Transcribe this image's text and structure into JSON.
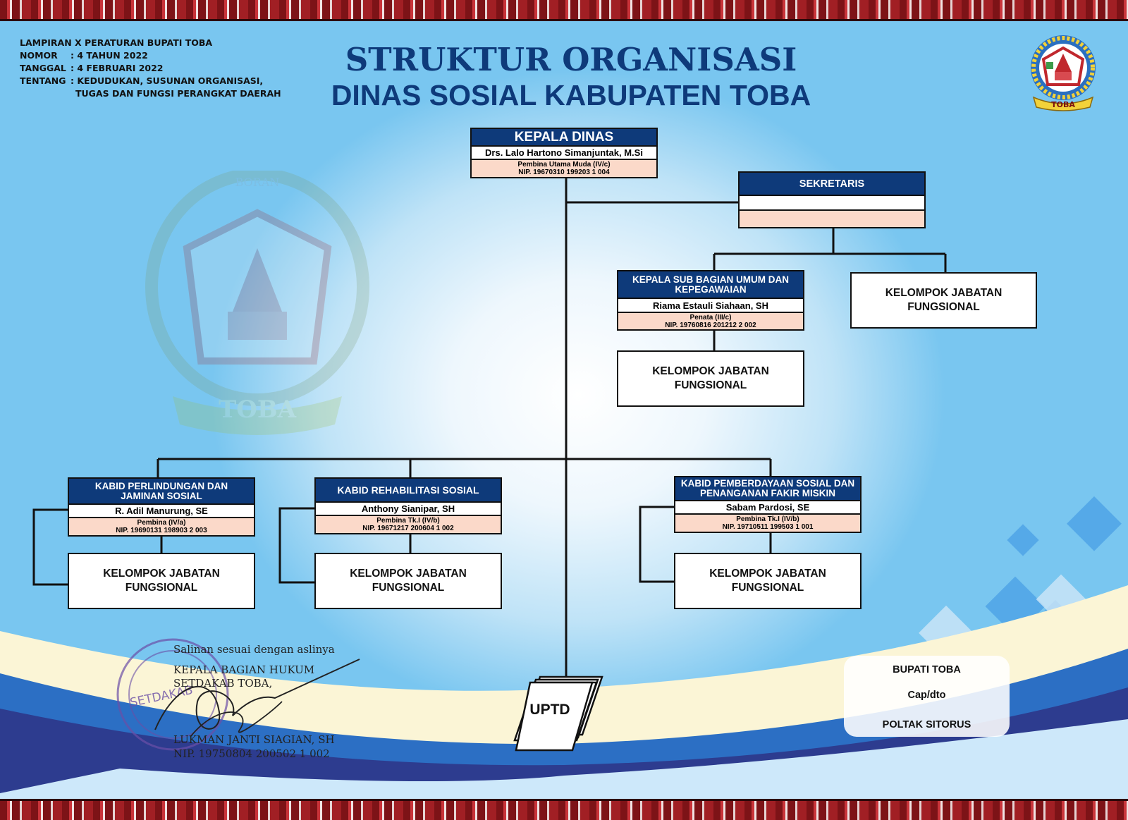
{
  "legal": {
    "line1": "LAMPIRAN X PERATURAN BUPATI TOBA",
    "nomor_label": "NOMOR",
    "nomor_value": ": 4 TAHUN 2022",
    "tanggal_label": "TANGGAL",
    "tanggal_value": ": 4 FEBRUARI 2022",
    "tentang_label": "TENTANG",
    "tentang_value": ": KEDUDUKAN, SUSUNAN ORGANISASI,",
    "tentang_value_2": "TUGAS DAN FUNGSI PERANGKAT DAERAH"
  },
  "title": {
    "line1": "STRUKTUR ORGANISASI",
    "line2": "DINAS SOSIAL KABUPATEN TOBA"
  },
  "kepala": {
    "title": "KEPALA DINAS",
    "name": "Drs. Lalo Hartono Simanjuntak, M.Si",
    "rank": "Pembina Utama Muda (IV/c)",
    "nip": "NIP. 19670310 199203 1 004"
  },
  "sekretaris": {
    "title": "SEKRETARIS",
    "name": "",
    "rank": ""
  },
  "kasubag": {
    "title": "KEPALA SUB BAGIAN UMUM DAN KEPEGAWAIAN",
    "name": "Riama Estauli Siahaan, SH",
    "rank": "Penata (III/c)",
    "nip": "NIP. 19760816 201212 2 002"
  },
  "kabid_1": {
    "title": "KABID PERLINDUNGAN DAN JAMINAN SOSIAL",
    "name": "R. Adil Manurung, SE",
    "rank": "Pembina (IV/a)",
    "nip": "NIP. 19690131 198903 2 003"
  },
  "kabid_2": {
    "title": "KABID REHABILITASI SOSIAL",
    "name": "Anthony Sianipar, SH",
    "rank": "Pembina Tk.I (IV/b)",
    "nip": "NIP. 19671217 200604 1 002"
  },
  "kabid_3": {
    "title": "KABID PEMBERDAYAAN SOSIAL DAN PENANGANAN FAKIR MISKIN",
    "name": "Sabam Pardosi, SE",
    "rank": "Pembina Tk.I (IV/b)",
    "nip": "NIP. 19710511 199503 1 001"
  },
  "fungsional": {
    "line1": "KELOMPOK JABATAN",
    "line2": "FUNGSIONAL"
  },
  "uptd_label": "UPTD",
  "signature": {
    "copy_note": "Salinan sesuai dengan aslinya",
    "role_1": "KEPALA BAGIAN HUKUM",
    "role_2": "SETDAKAB TOBA,",
    "name": "LUKMAN JANTI SIAGIAN, SH",
    "nip": "NIP. 19750804 200502 1 002",
    "stamp_text": "SETDAKAB"
  },
  "bupati": {
    "title": "BUPATI TOBA",
    "note": "Cap/dto",
    "name": "POLTAK SITORUS"
  },
  "logo": {
    "top_text": "BORAN",
    "ribbon_text": "TOBA"
  },
  "colors": {
    "header_blue": "#0e3a7a",
    "rank_peach": "#fbd9c9",
    "border_red": "#7d1317"
  }
}
